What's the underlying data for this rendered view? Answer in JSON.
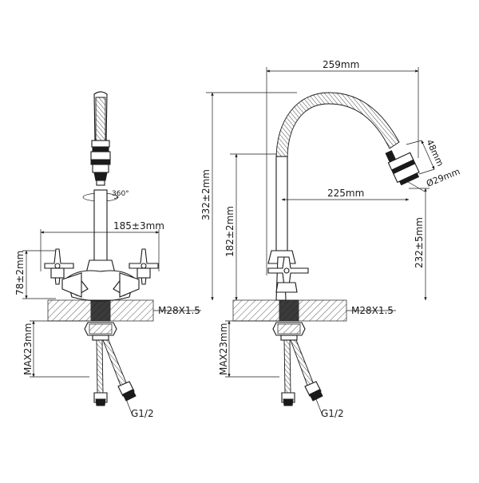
{
  "dimensions": {
    "front_width": "185±3mm",
    "handle_height": "78±2mm",
    "rotation": "360°",
    "front_thread": "M28X1.5",
    "front_max": "MAX23mm",
    "front_inlet": "G1/2",
    "reach_total": "259mm",
    "reach_spout": "225mm",
    "total_height": "332±2mm",
    "spout_height": "182±2mm",
    "outlet_diameter": "Ø29mm",
    "outlet_length": "48mm",
    "clearance": "232±5mm",
    "side_thread": "M28X1.5",
    "side_max": "MAX23mm",
    "side_inlet": "G1/2"
  }
}
